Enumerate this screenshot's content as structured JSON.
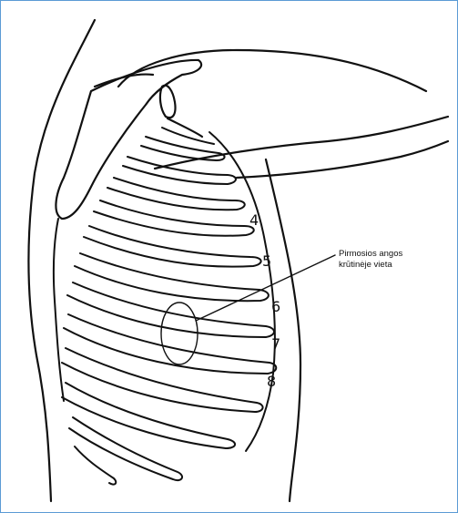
{
  "figure": {
    "rib_numbers": [
      "4",
      "5",
      "6",
      "7",
      "8"
    ],
    "callout_lines": [
      "Pirmosios angos",
      "krūtinėje vieta"
    ]
  },
  "colors": {
    "ink": "#111111",
    "border": "#5b9bd5"
  }
}
